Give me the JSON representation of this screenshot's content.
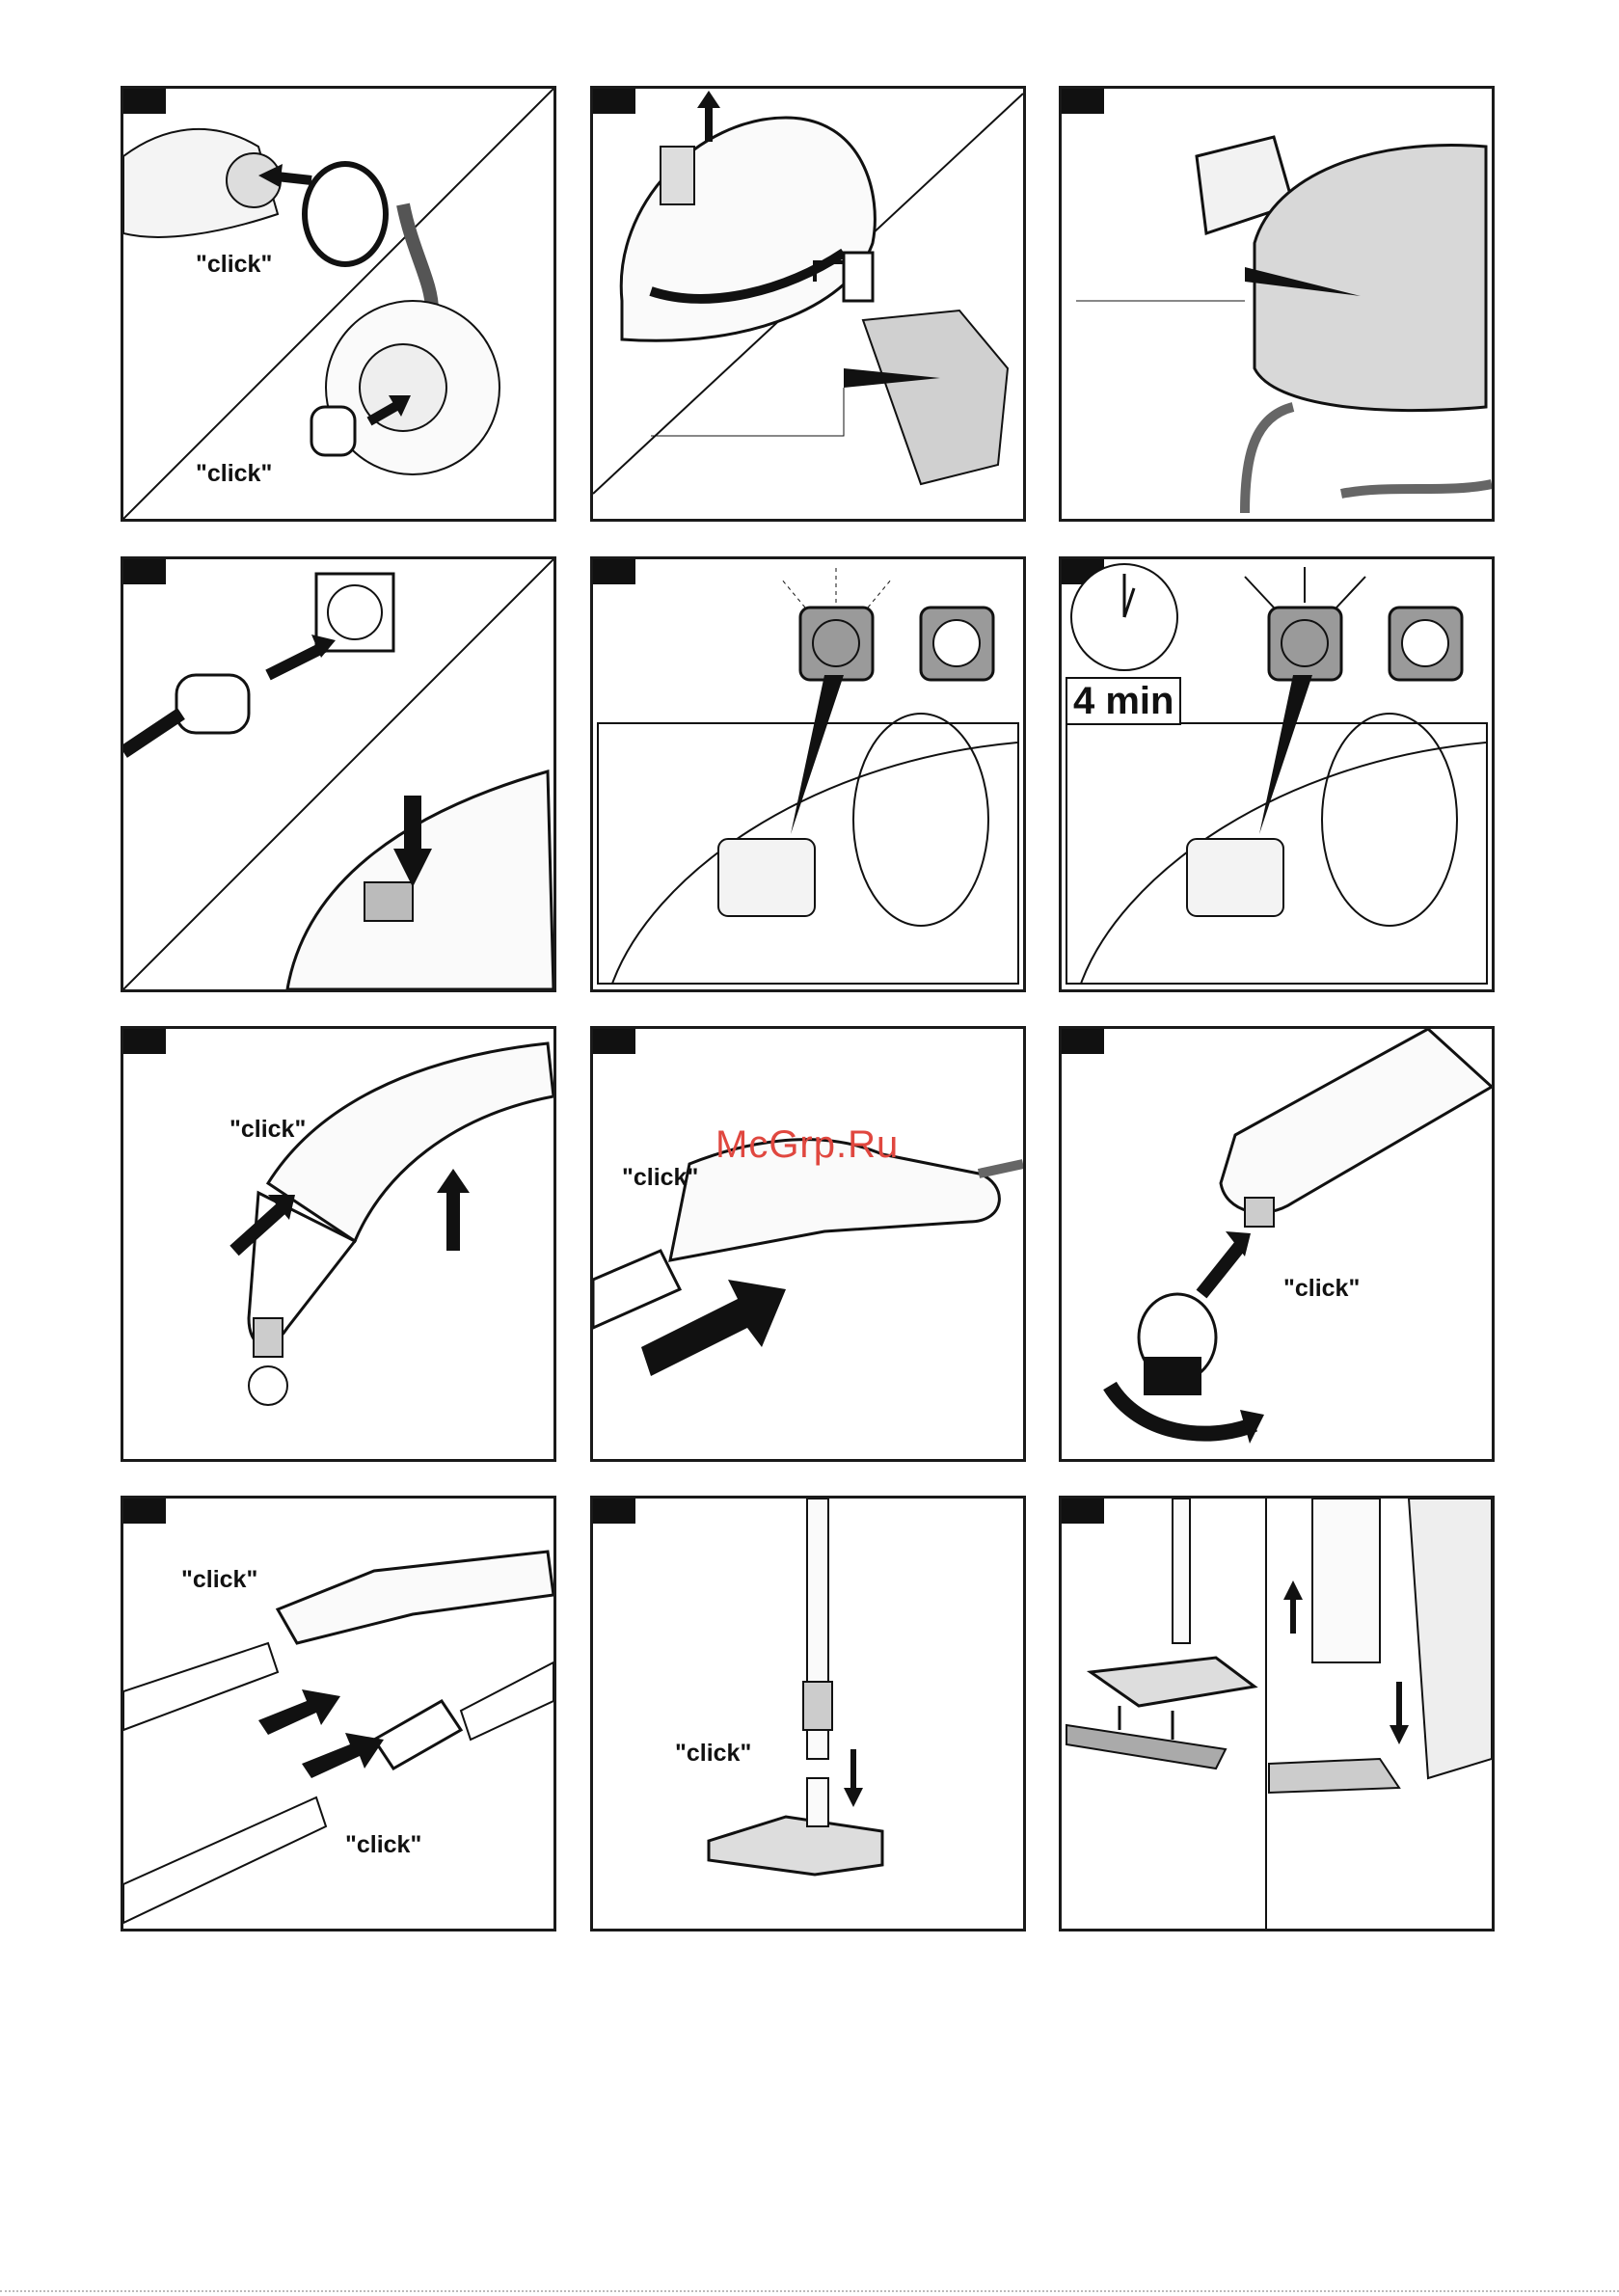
{
  "labels": {
    "click": "\"click\"",
    "minutes": "4 min"
  },
  "watermark": "McGrp.Ru",
  "colors": {
    "border": "#1a1a1a",
    "fill_gray": "#cccccc",
    "indicator_gray": "#9a9a9a",
    "watermark": "#e0473f"
  },
  "panels": [
    {
      "id": 1,
      "icons": [
        "filter-cap-icon",
        "hose-connector-icon"
      ]
    },
    {
      "id": 2,
      "icons": [
        "water-tank-icon",
        "tap-icon"
      ]
    },
    {
      "id": 3,
      "icons": [
        "jug-icon",
        "steam-cleaner-icon"
      ]
    },
    {
      "id": 4,
      "icons": [
        "plug-icon",
        "socket-icon",
        "power-button-icon"
      ]
    },
    {
      "id": 5,
      "icons": [
        "heating-indicator-icon",
        "steam-ready-icon"
      ]
    },
    {
      "id": 6,
      "icons": [
        "clock-icon",
        "heating-indicator-icon",
        "steam-ready-icon"
      ]
    },
    {
      "id": 7,
      "icons": [
        "steam-handle-icon",
        "nozzle-icon"
      ]
    },
    {
      "id": 8,
      "icons": [
        "steam-handle-icon",
        "extension-tube-icon"
      ]
    },
    {
      "id": 9,
      "icons": [
        "nozzle-icon",
        "round-brush-icon"
      ]
    },
    {
      "id": 10,
      "icons": [
        "steam-handle-icon",
        "extension-tube-icon"
      ]
    },
    {
      "id": 11,
      "icons": [
        "extension-tube-icon",
        "floor-nozzle-icon"
      ]
    },
    {
      "id": 12,
      "icons": [
        "floor-nozzle-icon",
        "floor-cloth-icon"
      ]
    }
  ]
}
